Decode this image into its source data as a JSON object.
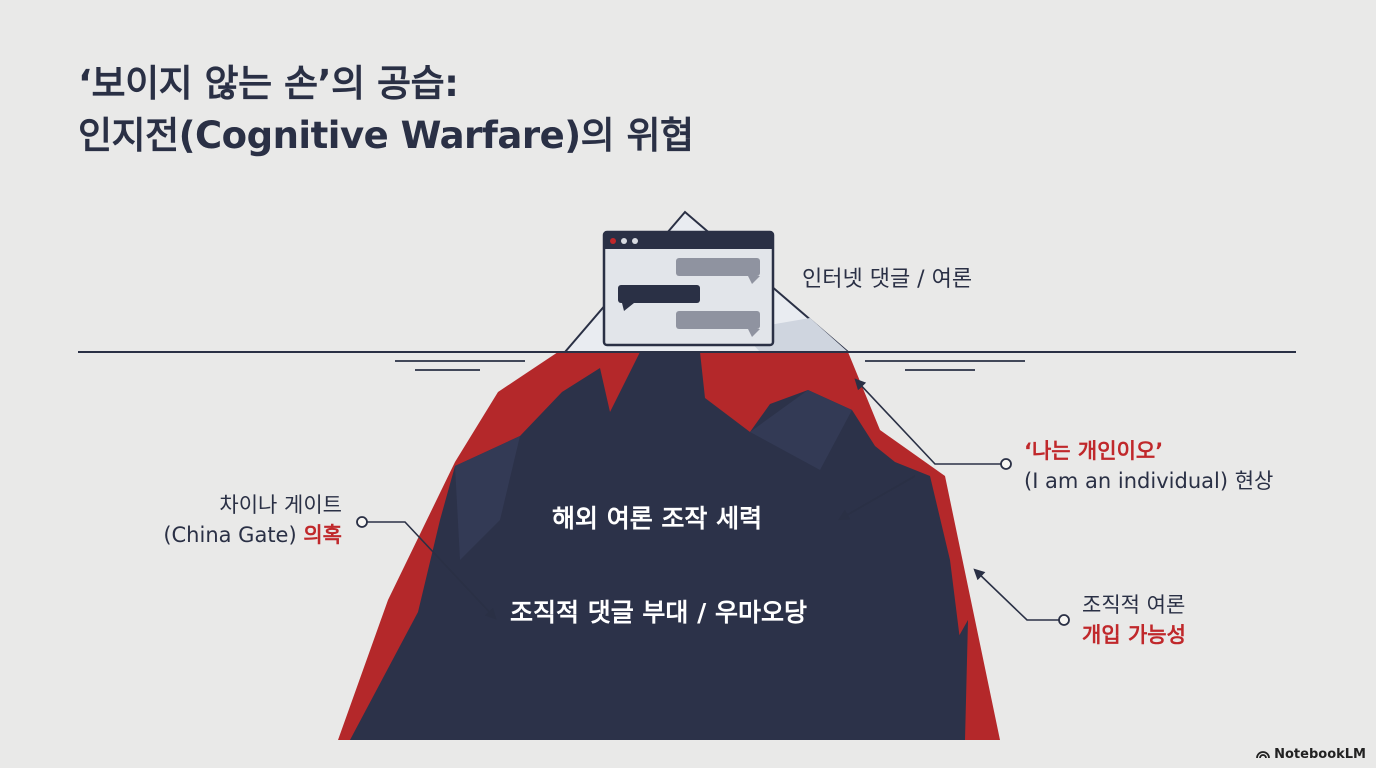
{
  "title": {
    "line1": "‘보이지 않는 손’의 공습:",
    "line2": "인지전(Cognitive Warfare)의 위협"
  },
  "labels": {
    "tip": "인터넷 댓글 / 여론",
    "center": "해외 여론 조작 세력",
    "lower_center": "조직적 댓글 부대 / 우마오당",
    "china_gate": {
      "main": "차이나 게이트",
      "sub": "(China Gate)",
      "accent": "의혹"
    },
    "individual": {
      "accent": "‘나는 개인이오’",
      "sub": "(I am an individual) 현상"
    },
    "organized": {
      "main": "조직적 여론",
      "accent": "개입 가능성"
    }
  },
  "brand": {
    "icon": "notebooklm-icon",
    "name": "NotebookLM"
  },
  "colors": {
    "navy": "#2a3045",
    "red": "#c0282b",
    "background": "#f7f6f3"
  }
}
